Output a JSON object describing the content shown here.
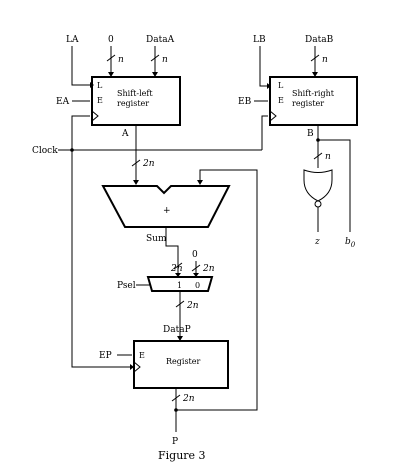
{
  "inputs": {
    "la": "LA",
    "zero_top": "0",
    "data_a": "DataA",
    "lb": "LB",
    "data_b": "DataB",
    "ea": "EA",
    "eb": "EB",
    "clock": "Clock",
    "psel": "Psel",
    "ep": "EP",
    "zero_mux": "0"
  },
  "bus_widths": {
    "data_a": "n",
    "data_b": "n",
    "a_bus": "2n",
    "b_bus": "n",
    "sum_bus": "2n",
    "zero_bus": "2n",
    "mux_out": "2n",
    "p_bus": "2n"
  },
  "shift_left": {
    "l": "L",
    "e": "E",
    "line1": "Shift-left",
    "line2": "register",
    "output": "A"
  },
  "shift_right": {
    "l": "L",
    "e": "E",
    "line1": "Shift-right",
    "line2": "register",
    "output": "B"
  },
  "adder": {
    "symbol": "+",
    "output": "Sum"
  },
  "mux": {
    "in1": "1",
    "in0": "0",
    "output": "DataP"
  },
  "register_p": {
    "e": "E",
    "label": "Register",
    "output": "P"
  },
  "outputs": {
    "z": "z",
    "b0_base": "b",
    "b0_sub": "0"
  },
  "caption": "Figure 3"
}
